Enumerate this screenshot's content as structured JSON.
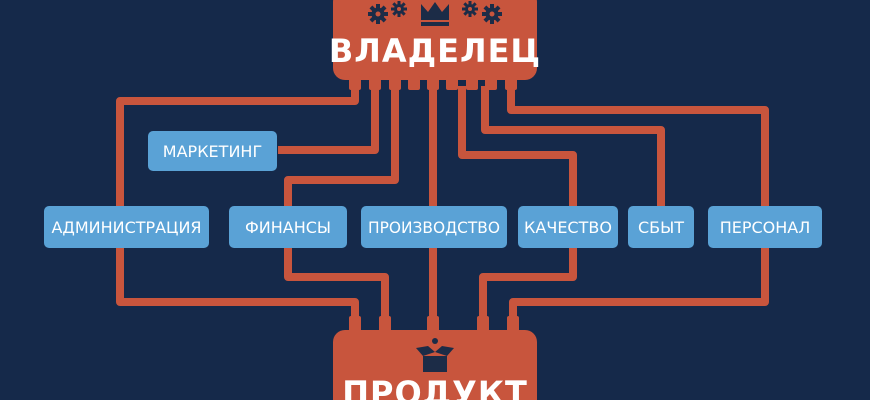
{
  "colors": {
    "background": "#15294a",
    "accent": "#c8553d",
    "chip": "#5aa2d6",
    "chip_text": "#ffffff",
    "gear": "#1c2c47"
  },
  "owner": {
    "label": "ВЛАДЕЛЕЦ",
    "icons": [
      "gear-icon",
      "gear-icon",
      "crown-icon",
      "gear-icon",
      "gear-icon"
    ]
  },
  "product": {
    "label": "ПРОДУКТ",
    "icon": "open-box-icon"
  },
  "departments": {
    "marketing": "МАРКЕТИНГ",
    "administration": "АДМИНИСТРАЦИЯ",
    "finance": "ФИНАНСЫ",
    "production": "ПРОИЗВОДСТВО",
    "quality": "КАЧЕСТВО",
    "sales": "СБЫТ",
    "personnel": "ПЕРСОНАЛ"
  }
}
